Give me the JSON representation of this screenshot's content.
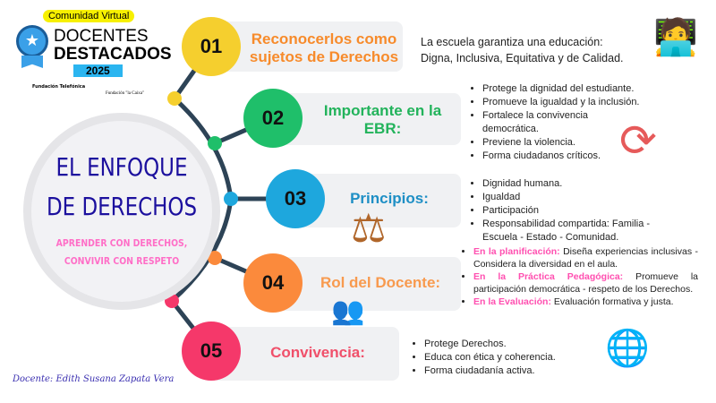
{
  "badge": {
    "community": "Comunidad Virtual",
    "line1": "DOCENTES",
    "line2": "DESTACADOS",
    "year": "2025",
    "sponsor1": "Fundación Telefónica",
    "sponsor2": "Fundación \"la Caixa\""
  },
  "center": {
    "title1": "EL ENFOQUE",
    "title2": "DE DERECHOS",
    "sub1": "APRENDER CON DERECHOS,",
    "sub2": "CONVIVIR CON RESPETO"
  },
  "author": "Docente: Edith Susana Zapata Vera",
  "colors": {
    "title": "#1c109e",
    "subtitle": "#ff6ec7",
    "s1": "#f5cf2e",
    "s2": "#1fbf6a",
    "s3": "#1ea7dd",
    "s4": "#fb8a3c",
    "s5": "#f5386a",
    "highlight": "#ff4fb0"
  },
  "sections": [
    {
      "num": "01",
      "title": "Reconocerlos como sujetos de Derechos",
      "text1": "La escuela garantiza una educación:",
      "text2": "Digna, Inclusiva, Equitativa y de Calidad."
    },
    {
      "num": "02",
      "title": "Importante en la EBR:",
      "items": [
        "Protege la dignidad del estudiante.",
        "Promueve la igualdad y la inclusión.",
        "Fortalece la convivencia democrática.",
        "Previene la violencia.",
        "Forma ciudadanos críticos."
      ]
    },
    {
      "num": "03",
      "title": "Principios:",
      "items": [
        "Dignidad humana.",
        "Igualdad",
        "Participación",
        "Responsabilidad compartida: Familia - Escuela - Estado - Comunidad."
      ]
    },
    {
      "num": "04",
      "title": "Rol del Docente:",
      "items": [
        {
          "k": "En la planificación:",
          "t": " Diseña experiencias inclusivas - Considera la diversidad en el aula."
        },
        {
          "k": "En la Práctica Pedagógica:",
          "t": " Promueve la participación democrática - respeto de los Derechos."
        },
        {
          "k": "En la Evaluación:",
          "t": " Evaluación formativa y justa."
        }
      ]
    },
    {
      "num": "05",
      "title": "Convivencia:",
      "items": [
        "Protege Derechos.",
        "Educa con ética y coherencia.",
        "Forma ciudadanía activa."
      ]
    }
  ]
}
